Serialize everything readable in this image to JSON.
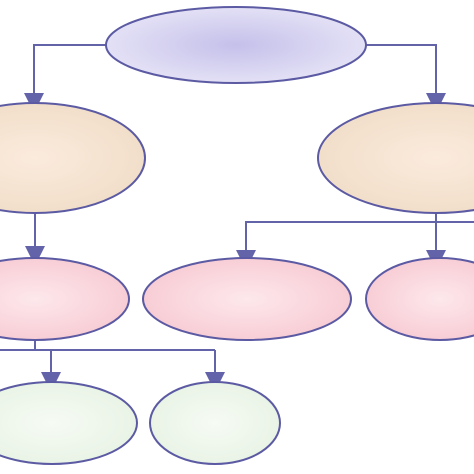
{
  "palette": {
    "stroke": "#5b5aa3",
    "connector": "#6363aa",
    "tiers": {
      "root": {
        "center": "#c5c0ea",
        "edge": "#e9e7f8"
      },
      "level1": {
        "center": "#fbebdd",
        "edge": "#f0dcc6"
      },
      "level2": {
        "center": "#fde8ec",
        "edge": "#f7c8d1"
      },
      "level3": {
        "center": "#f6fbf4",
        "edge": "#e7f2e3"
      }
    }
  },
  "nodes": [
    {
      "id": "root",
      "tier": "root",
      "label": ""
    },
    {
      "id": "left-branch",
      "tier": "level1",
      "label": ""
    },
    {
      "id": "right-branch",
      "tier": "level1",
      "label": ""
    },
    {
      "id": "left-child",
      "tier": "level2",
      "label": ""
    },
    {
      "id": "middle-child",
      "tier": "level2",
      "label": ""
    },
    {
      "id": "right-child",
      "tier": "level2",
      "label": ""
    },
    {
      "id": "bottom-left-leaf",
      "tier": "level3",
      "label": ""
    },
    {
      "id": "bottom-right-leaf",
      "tier": "level3",
      "label": ""
    }
  ],
  "edges": [
    {
      "from": "root",
      "to": "left-branch"
    },
    {
      "from": "root",
      "to": "right-branch"
    },
    {
      "from": "left-branch",
      "to": "left-child"
    },
    {
      "from": "right-branch",
      "to": "middle-child"
    },
    {
      "from": "right-branch",
      "to": "right-child"
    },
    {
      "from": "left-child",
      "to": "bottom-left-leaf"
    },
    {
      "from": "left-child",
      "to": "bottom-right-leaf"
    }
  ]
}
